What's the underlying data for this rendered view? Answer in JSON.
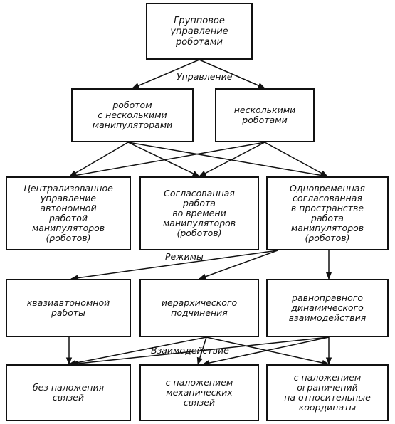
{
  "nodes": {
    "root": "Групповое\nуправление\nроботами",
    "ctrl_multi_arm": "роботом\nс несколькими\nманипуляторами",
    "ctrl_multi_robot": "несколькими\nроботами",
    "mode_central": "Централизованное\nуправление\nавтономной\nработой\nманипуляторов\n(роботов)",
    "mode_time": "Согласованная\nработа\nво времени\nманипуляторов\n(роботов)",
    "mode_space": "Одновременная\nсогласованная\nв пространстве\nработа\nманипуляторов\n(роботов)",
    "reg_quasi": "квазиавтономной\nработы",
    "reg_hier": "иерархического\nподчинения",
    "reg_equal": "равноправного\nдинамического\nвзаимодействия",
    "int_none": "без наложения\nсвязей",
    "int_mech": "с наложением\nмеханических\nсвязей",
    "int_rel": "с наложением\nограничений\nна относительные\nкоординаты"
  },
  "labels": {
    "control": "Управление",
    "regimes": "Режимы",
    "interaction": "Взаимодействие"
  }
}
